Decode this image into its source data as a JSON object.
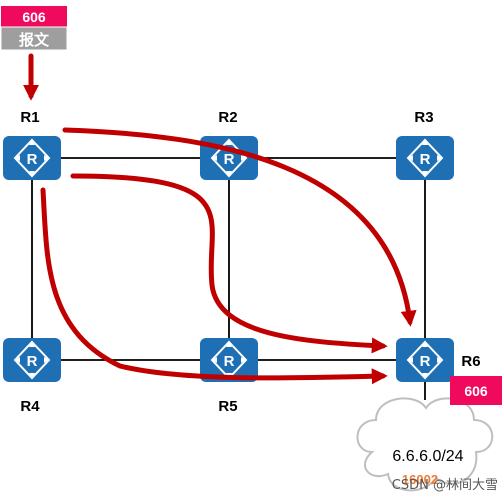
{
  "packet": {
    "label": "606",
    "sublabel": "报文"
  },
  "routers": [
    {
      "id": "R1",
      "label": "R1"
    },
    {
      "id": "R2",
      "label": "R2"
    },
    {
      "id": "R3",
      "label": "R3"
    },
    {
      "id": "R4",
      "label": "R4"
    },
    {
      "id": "R5",
      "label": "R5"
    },
    {
      "id": "R6",
      "label": "R6"
    }
  ],
  "r6_tag": {
    "label": "606"
  },
  "network": {
    "prefix": "6.6.6.0/24",
    "tag": "16002"
  },
  "watermark": "CSDN @林间大雪",
  "colors": {
    "router": "#1F6FB5",
    "arrow": "#C00000",
    "tag": "#F00A5E",
    "subtag": "#9E9E9E",
    "cloud_tag": "#ED7D31"
  },
  "icons": {
    "router": "router-icon",
    "cloud": "cloud-icon"
  }
}
